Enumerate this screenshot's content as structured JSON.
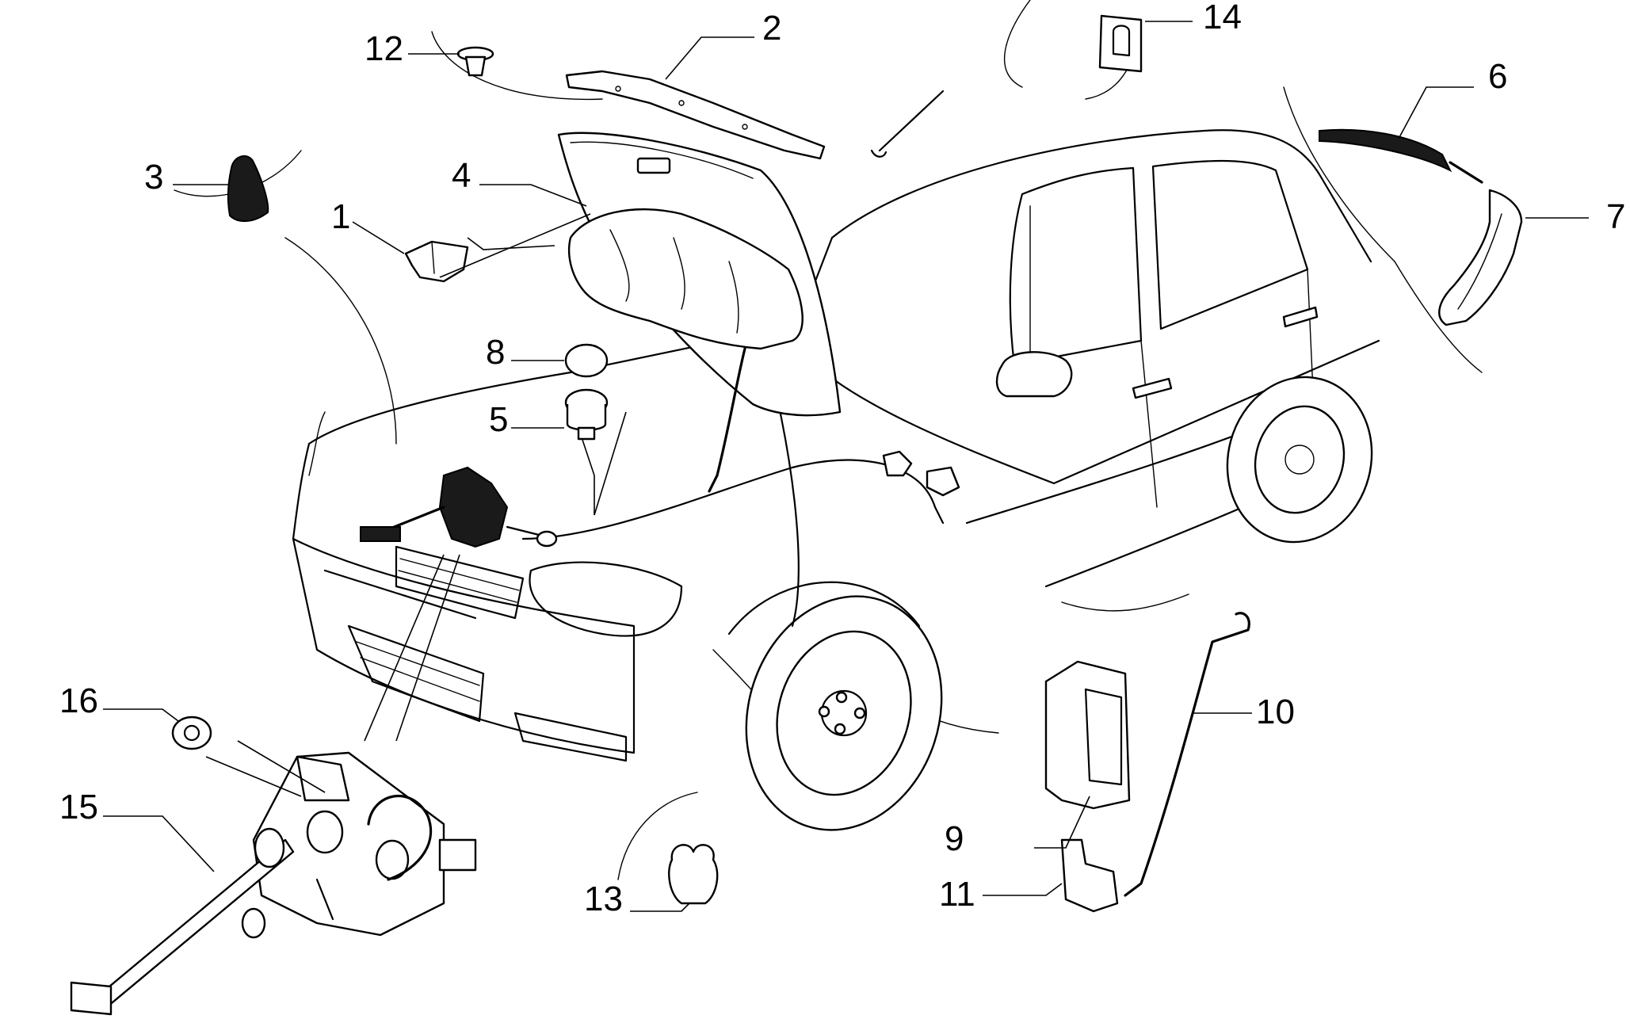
{
  "colors": {
    "line": "#000000",
    "background": "#ffffff"
  },
  "callouts": [
    "1",
    "2",
    "3",
    "4",
    "5",
    "6",
    "7",
    "8",
    "9",
    "10",
    "11",
    "12",
    "13",
    "14",
    "15",
    "16"
  ]
}
